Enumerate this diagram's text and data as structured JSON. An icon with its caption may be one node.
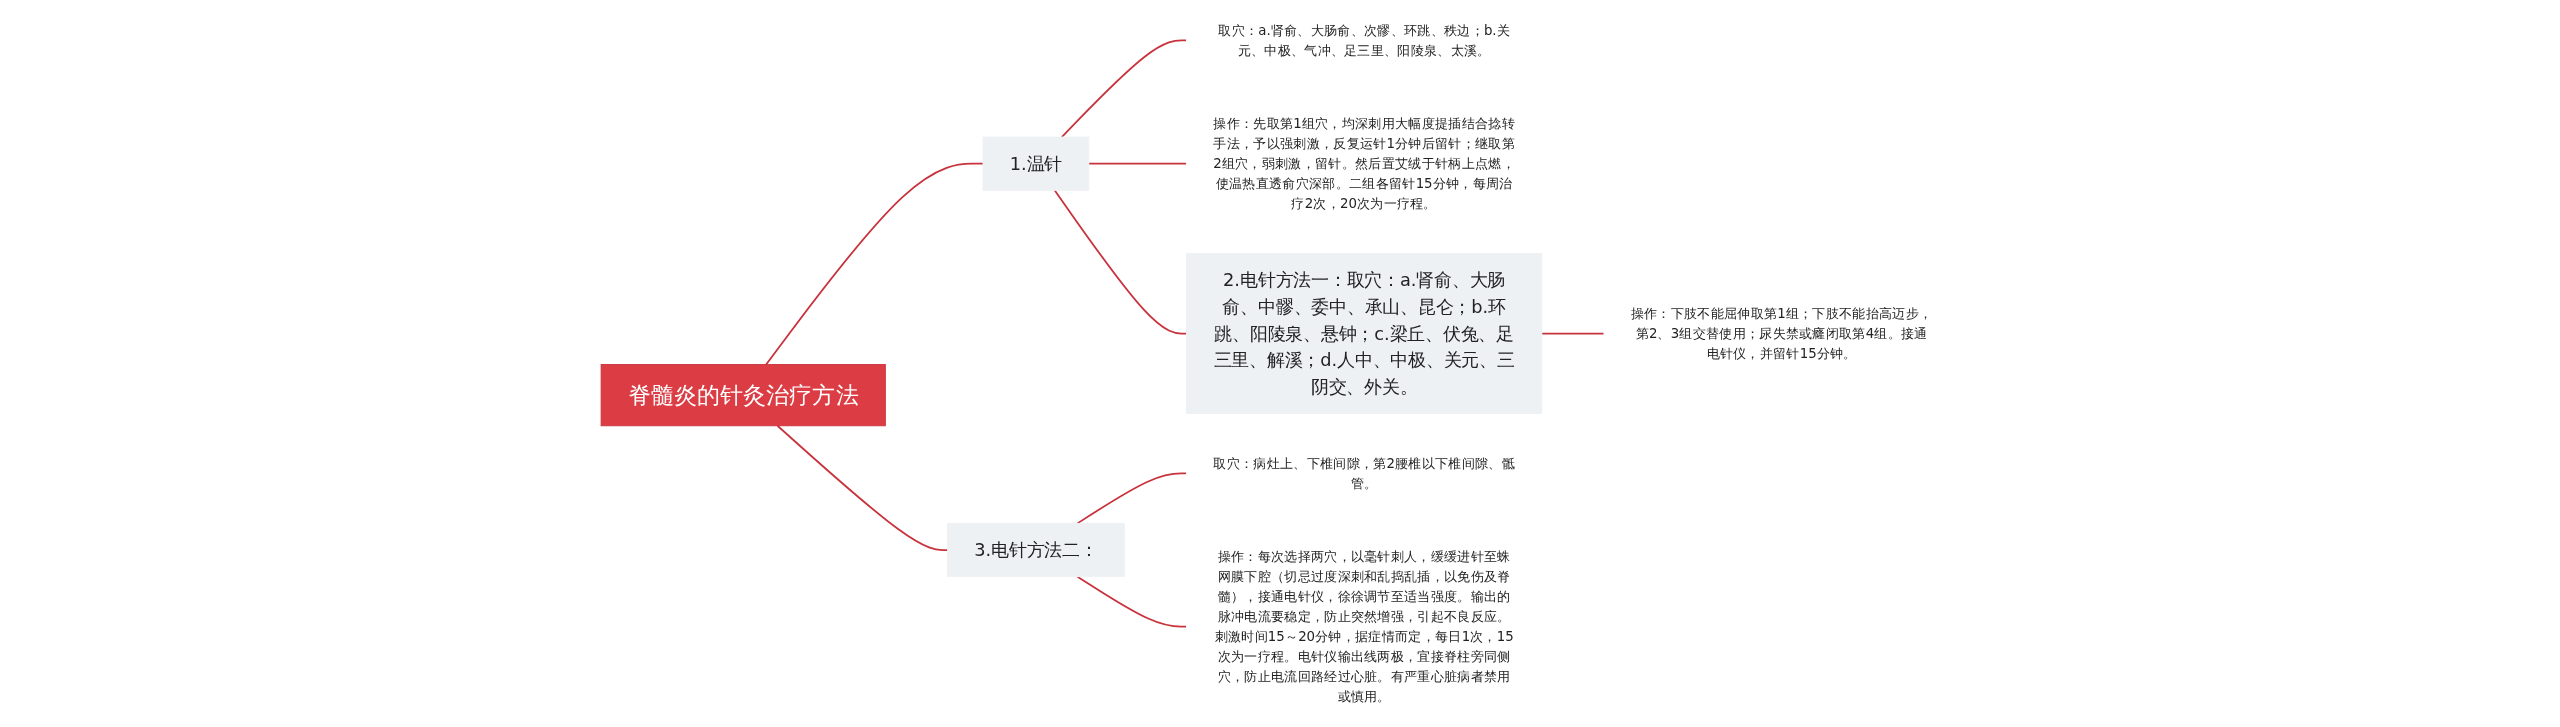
{
  "diagram": {
    "nodes": [
      {
        "text": [
          "脊髓炎的针灸治疗方法"
        ]
      },
      {
        "text": [
          "1.温针"
        ]
      },
      {
        "text": [
          "取穴：a.肾俞、大肠俞、次髎、环跳、秩边；b.关元、中极、气冲、足三里、阳陵泉、太溪。"
        ]
      },
      {
        "text": [
          "操作：先取第1组穴，均深刺用大幅度提插结合捻转手法，予以强刺激，反复运针1分钟后留针；继取第2组穴，弱刺激，留针。然后置艾绒于针柄上点燃，使温热直透俞穴深部。二组各留针15分钟，每周治疗2次，20次为一疗程。"
        ]
      },
      {
        "text": [
          "2.电针方法一：取穴：a.肾俞、大肠俞、中髎、委中、承山、昆仑；b.环跳、阳陵泉、悬钟；c.梁丘、伏兔、足三里、解溪；d.人中、中极、关元、三阴交、外关。"
        ]
      },
      {
        "text": [
          "操作：下肢不能屈伸取第1组；下肢不能抬高迈步，第2、3组交替使用；尿失禁或癃闭取第4组。接通电针仪，并留针15分钟。"
        ]
      },
      {
        "text": [
          "3.电针方法二："
        ]
      },
      {
        "text": [
          "取穴：病灶上、下椎间隙，第2腰椎以下椎间隙、骶管。"
        ]
      },
      {
        "text": [
          "操作：每次选择两穴，以毫针刺人，缓缓进针至蛛网膜下腔（切忌过度深刺和乱捣乱插，以免伤及脊髓），接通电针仪，徐徐调节至适当强度。输出的脉冲电流要稳定，防止突然增强，引起不良反应。刺激时间15～20分钟，据症情而定，每日1次，15次为一疗程。电针仪输出线两极，宜接脊柱旁同侧穴，防止电流回路经过心脏。有严重心脏病者禁用或慎用。"
        ]
      }
    ],
    "edges": [
      {
        "from": 0,
        "to": 1,
        "arrow": "none"
      },
      {
        "from": 1,
        "to": 2,
        "arrow": "none"
      },
      {
        "from": 1,
        "to": 3,
        "arrow": "none"
      },
      {
        "from": 1,
        "to": 4,
        "arrow": "none"
      },
      {
        "from": 4,
        "to": 5,
        "arrow": "none"
      },
      {
        "from": 0,
        "to": 6,
        "arrow": "none"
      },
      {
        "from": 6,
        "to": 7,
        "arrow": "none"
      },
      {
        "from": 6,
        "to": 8,
        "arrow": "none"
      }
    ]
  }
}
